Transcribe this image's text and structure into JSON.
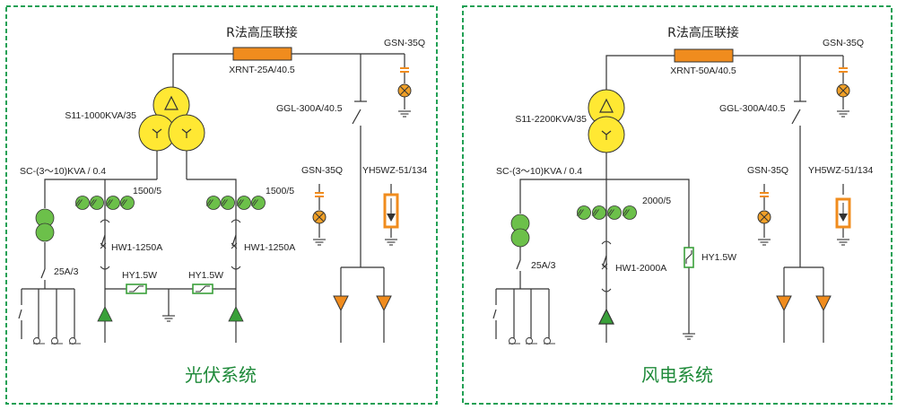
{
  "theme": {
    "frame": "#22a055",
    "caption": "#1f8a3a",
    "fuse": "#f08c1e",
    "transformer": "#ffe833",
    "ct": "#6cc04a",
    "arrester": "#3aa03a",
    "lamp": "#f0a028",
    "line": "#333333"
  },
  "panels": [
    {
      "title": "R法高压联接",
      "fuse_label": "XRNT-25A/40.5",
      "pt_label": "GSN-35Q",
      "switch_label": "GGL-300A/40.5",
      "transformer_label": "S11-1000KVA/35",
      "aux_label": "SC-(3～10)KVA / 0.4",
      "aux_breaker_label": "25A/3",
      "ct_left_label": "1500/5",
      "ct_right_label": "1500/5",
      "breaker_left_label": "HW1-1250A",
      "breaker_right_label": "HW1-1250A",
      "surge_left_label": "HY1.5W",
      "surge_right_label": "HY1.5W",
      "lamp_label": "GSN-35Q",
      "arrester_label": "YH5WZ-51/134",
      "caption": "光伏系统"
    },
    {
      "title": "R法高压联接",
      "fuse_label": "XRNT-50A/40.5",
      "pt_label": "GSN-35Q",
      "switch_label": "GGL-300A/40.5",
      "transformer_label": "S11-2200KVA/35",
      "aux_label": "SC-(3～10)KVA / 0.4",
      "aux_breaker_label": "25A/3",
      "ct_label": "2000/5",
      "breaker_label": "HW1-2000A",
      "surge_label": "HY1.5W",
      "lamp_label": "GSN-35Q",
      "arrester_label": "YH5WZ-51/134",
      "caption": "风电系统"
    }
  ]
}
